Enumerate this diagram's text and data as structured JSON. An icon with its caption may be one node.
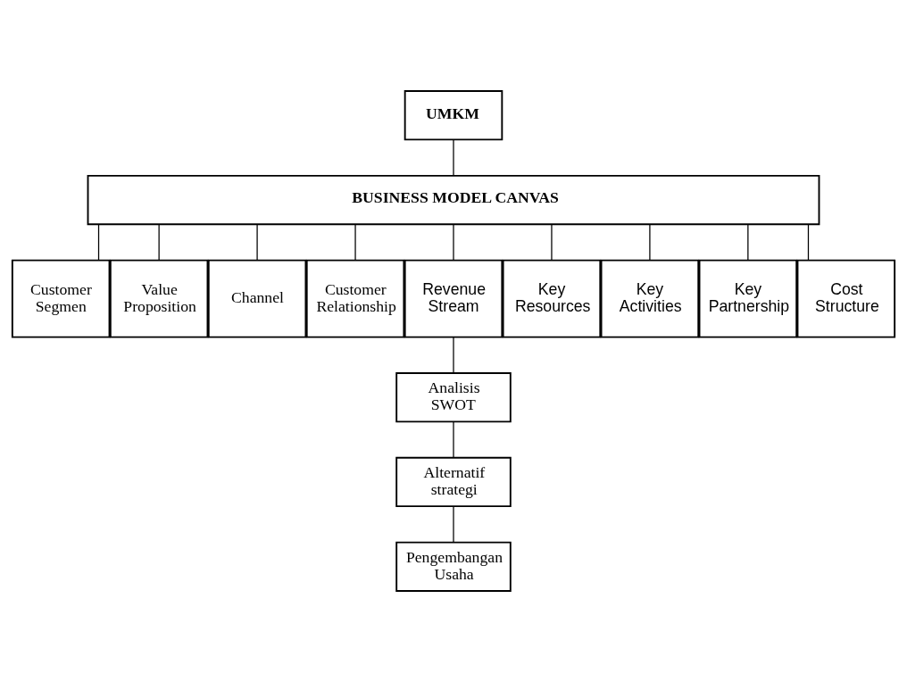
{
  "diagram": {
    "nodes": [
      {
        "text": [
          "UMKM"
        ]
      },
      {
        "text": [
          "BUSINESS MODEL CANVAS"
        ]
      },
      {
        "text": [
          "Customer Segmen"
        ]
      },
      {
        "text": [
          "Value Proposition"
        ]
      },
      {
        "text": [
          "Channel"
        ]
      },
      {
        "text": [
          "Customer Relationship"
        ]
      },
      {
        "text": [
          "Revenue Stream"
        ]
      },
      {
        "text": [
          "Key Resources"
        ]
      },
      {
        "text": [
          "Key Activities"
        ]
      },
      {
        "text": [
          "Key Partnership"
        ]
      },
      {
        "text": [
          "Cost Structure"
        ]
      },
      {
        "text": [
          "Analisis SWOT"
        ]
      },
      {
        "text": [
          "Alternatif strategi"
        ]
      },
      {
        "text": [
          "Pengembangan Usaha"
        ]
      }
    ],
    "edges": [
      {
        "from": 0,
        "to": 1,
        "arrow": "none"
      },
      {
        "from": 1,
        "to": 2,
        "arrow": "none"
      },
      {
        "from": 1,
        "to": 3,
        "arrow": "none"
      },
      {
        "from": 1,
        "to": 4,
        "arrow": "none"
      },
      {
        "from": 1,
        "to": 5,
        "arrow": "none"
      },
      {
        "from": 1,
        "to": 6,
        "arrow": "none"
      },
      {
        "from": 1,
        "to": 7,
        "arrow": "none"
      },
      {
        "from": 1,
        "to": 8,
        "arrow": "none"
      },
      {
        "from": 1,
        "to": 9,
        "arrow": "none"
      },
      {
        "from": 1,
        "to": 10,
        "arrow": "none"
      },
      {
        "from": 6,
        "to": 11,
        "arrow": "none"
      },
      {
        "from": 11,
        "to": 12,
        "arrow": "none"
      },
      {
        "from": 12,
        "to": 13,
        "arrow": "none"
      }
    ]
  }
}
